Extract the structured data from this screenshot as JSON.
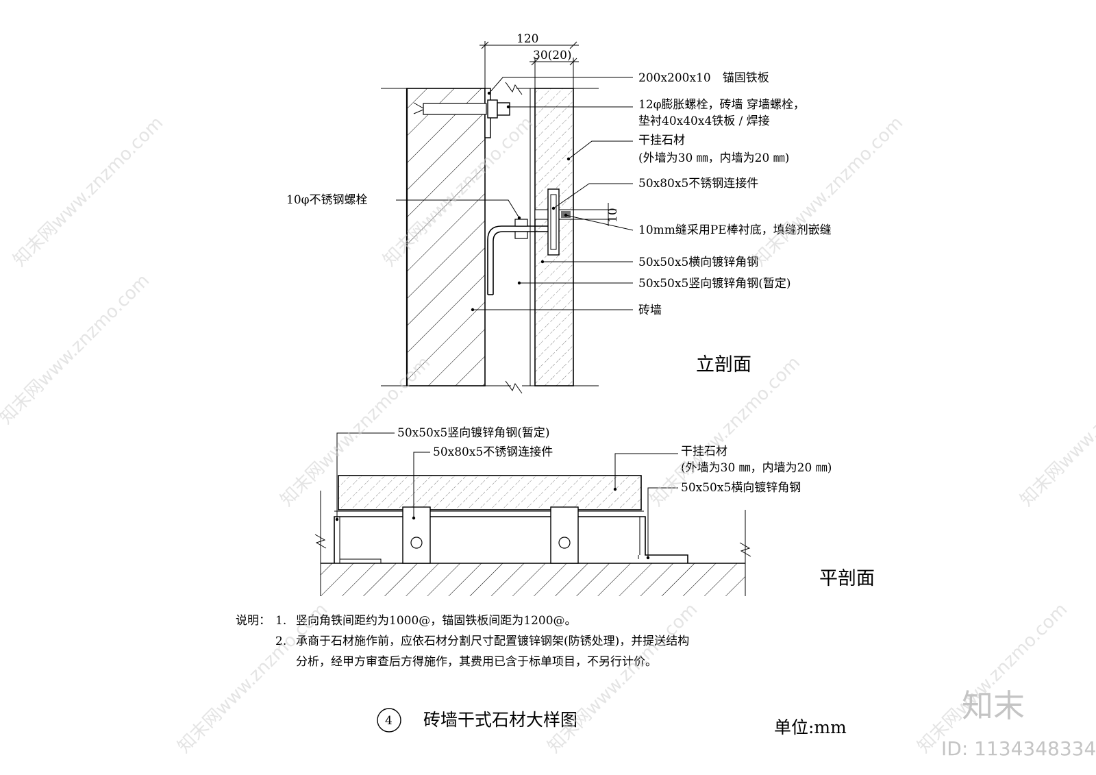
{
  "section_elevation": {
    "title": "立剖面",
    "dim_total": "120",
    "dim_stone": "30(20)",
    "dim_joint": "10",
    "labels": {
      "anchor_plate": "200x200x10　锚固铁板",
      "bolt_line1": "12φ膨胀螺栓，砖墙 穿墙螺栓，",
      "bolt_line2": "垫衬40x40x4铁板 / 焊接",
      "stone_line1": "干挂石材",
      "stone_line2": "(外墙为30 ㎜，内墙为20 ㎜)",
      "connector": "50x80x5不锈钢连接件",
      "joint": "10mm缝采用PE棒衬底，填缝剂嵌缝",
      "h_angle": "50x50x5横向镀锌角钢",
      "v_angle": "50x50x5竖向镀锌角钢(暂定)",
      "brick": "砖墙",
      "ss_bolt": "10φ不锈钢螺栓"
    }
  },
  "section_plan": {
    "title": "平剖面",
    "labels": {
      "v_angle": "50x50x5竖向镀锌角钢(暂定)",
      "connector": "50x80x5不锈钢连接件",
      "stone_line1": "干挂石材",
      "stone_line2": "(外墙为30 ㎜，内墙为20 ㎜)",
      "h_angle": "50x50x5横向镀锌角钢"
    }
  },
  "notes": {
    "prefix": "说明：",
    "n1_num": "1.",
    "n1": "竖向角铁间距约为1000@，锚固铁板间距为1200@。",
    "n2_num": "2.",
    "n2_line1": "承商于石材施作前，应依石材分割尺寸配置镀锌钢架(防锈处理)，并提送结构",
    "n2_line2": "分析，经甲方审查后方得施作，其费用已含于标单项目，不另行计价。"
  },
  "footer": {
    "detail_number": "4",
    "detail_title": "砖墙干式石材大样图",
    "unit": "单位:mm"
  },
  "watermark": {
    "text": "知末网www.znzmo.com",
    "brand": "知末",
    "id": "ID: 1134348334"
  }
}
